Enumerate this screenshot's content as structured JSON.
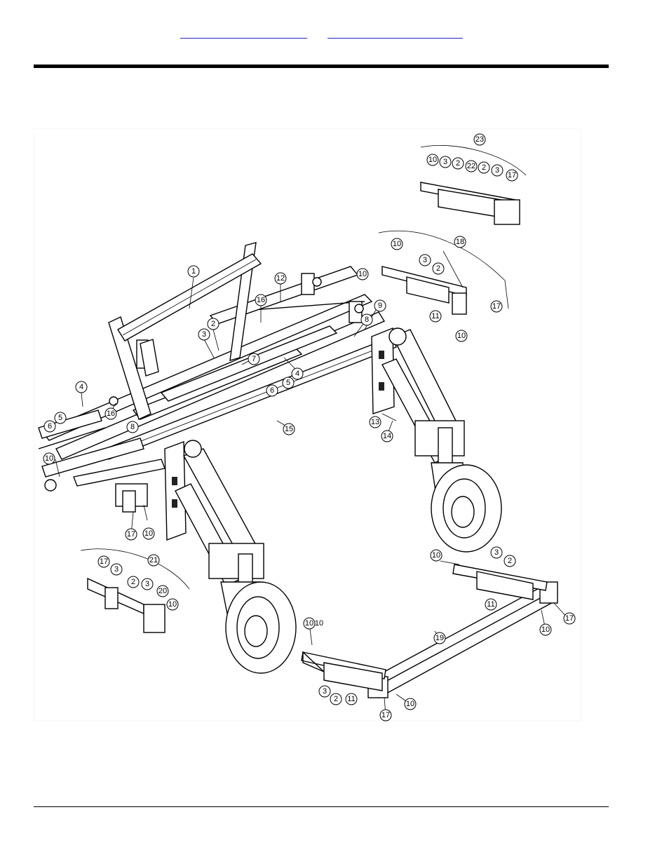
{
  "header": {
    "link_left": "",
    "link_right": ""
  },
  "callouts": [
    {
      "id": "c1",
      "label": "1"
    },
    {
      "id": "c2a",
      "label": "2"
    },
    {
      "id": "c3a",
      "label": "3"
    },
    {
      "id": "c4a",
      "label": "4"
    },
    {
      "id": "c4b",
      "label": "4"
    },
    {
      "id": "c5a",
      "label": "5"
    },
    {
      "id": "c5b",
      "label": "5"
    },
    {
      "id": "c6a",
      "label": "6"
    },
    {
      "id": "c6b",
      "label": "6"
    },
    {
      "id": "c7",
      "label": "7"
    },
    {
      "id": "c8a",
      "label": "8"
    },
    {
      "id": "c8b",
      "label": "8"
    },
    {
      "id": "c9",
      "label": "9"
    },
    {
      "id": "c10a",
      "label": "10"
    },
    {
      "id": "c10b",
      "label": "10"
    },
    {
      "id": "c10c",
      "label": "10"
    },
    {
      "id": "c10d",
      "label": "10"
    },
    {
      "id": "c10e",
      "label": "10"
    },
    {
      "id": "c10f",
      "label": "10"
    },
    {
      "id": "c10g",
      "label": "10"
    },
    {
      "id": "c10h",
      "label": "10"
    },
    {
      "id": "c10i",
      "label": "10"
    },
    {
      "id": "c10j",
      "label": "10"
    },
    {
      "id": "c10k",
      "label": "10"
    },
    {
      "id": "c10l",
      "label": "10"
    },
    {
      "id": "c11a",
      "label": "11"
    },
    {
      "id": "c11b",
      "label": "11"
    },
    {
      "id": "c11c",
      "label": "11"
    },
    {
      "id": "c12",
      "label": "12"
    },
    {
      "id": "c13",
      "label": "13"
    },
    {
      "id": "c14",
      "label": "14"
    },
    {
      "id": "c15",
      "label": "15"
    },
    {
      "id": "c16a",
      "label": "16"
    },
    {
      "id": "c16b",
      "label": "16"
    },
    {
      "id": "c17a",
      "label": "17"
    },
    {
      "id": "c17b",
      "label": "17"
    },
    {
      "id": "c17c",
      "label": "17"
    },
    {
      "id": "c17d",
      "label": "17"
    },
    {
      "id": "c17e",
      "label": "17"
    },
    {
      "id": "c17f",
      "label": "17"
    },
    {
      "id": "c18",
      "label": "18"
    },
    {
      "id": "c19",
      "label": "19"
    },
    {
      "id": "c20",
      "label": "20"
    },
    {
      "id": "c21",
      "label": "21"
    },
    {
      "id": "c22",
      "label": "22"
    },
    {
      "id": "c23",
      "label": "23"
    },
    {
      "id": "c2b",
      "label": "2"
    },
    {
      "id": "c2c",
      "label": "2"
    },
    {
      "id": "c2d",
      "label": "2"
    },
    {
      "id": "c2e",
      "label": "2"
    },
    {
      "id": "c2f",
      "label": "2"
    },
    {
      "id": "c2g",
      "label": "2"
    },
    {
      "id": "c3b",
      "label": "3"
    },
    {
      "id": "c3c",
      "label": "3"
    },
    {
      "id": "c3d",
      "label": "3"
    },
    {
      "id": "c3e",
      "label": "3"
    },
    {
      "id": "c3f",
      "label": "3"
    },
    {
      "id": "c3g",
      "label": "3"
    },
    {
      "id": "c3h",
      "label": "3"
    }
  ]
}
